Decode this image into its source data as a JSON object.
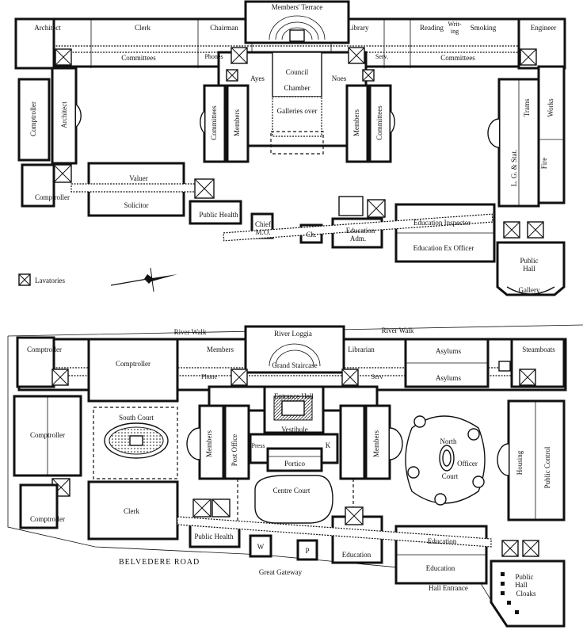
{
  "upper": {
    "members_terrace": "Members' Terrace",
    "architect_top": "Architect",
    "clerk": "Clerk",
    "chairman": "Chairman",
    "library": "Library",
    "reading": "Reading",
    "writing_1": "Writ-",
    "writing_2": "ing",
    "smoking": "Smoking",
    "engineer": "Engineer",
    "committees_left": "Committees",
    "committees_right": "Committees",
    "phones": "Phones",
    "serv": "Serv.",
    "council": "Council",
    "chamber": "Chamber",
    "ayes": "Ayes",
    "noes": "Noes",
    "galleries_over": "Galleries over",
    "comptroller_left": "Comptroller",
    "architect_side": "Architect",
    "committees_inner_left": "Committees",
    "members_inner_left": "Members",
    "members_inner_right": "Members",
    "committees_inner_right": "Committees",
    "trams": "Trams",
    "works": "Works",
    "lg_stat": "L. G. & Stat.",
    "fire": "Fire",
    "comptroller_corner": "Comptroller",
    "valuer": "Valuer",
    "solicitor": "Solicitor",
    "public_health": "Public Health",
    "chief_mo_1": "Chief",
    "chief_mo_2": "M.O.",
    "ch": "Ch.",
    "education_adm_1": "Education",
    "education_adm_2": "Adm.",
    "education_inspector": "Education Inspector",
    "education_ex_officer": "Education Ex Officer",
    "public_hall_1": "Public",
    "public_hall_2": "Hall",
    "gallery": "Gallery",
    "lavatories": "Lavatories"
  },
  "lower": {
    "river_walk_left": "River Walk",
    "river_walk_right": "River Walk",
    "river_loggia": "River Loggia",
    "grand_staircase": "Grand Staircase",
    "comptroller_tl": "Comptroller",
    "comptroller_big": "Comptroller",
    "members_top": "Members",
    "librarian": "Librarian",
    "asylums_top": "Asylums",
    "asylums_bottom": "Asylums",
    "steamboats": "Steamboats",
    "phone": "Phone",
    "serv": "Serv",
    "entrance_hall": "Entrance Hall",
    "south_court": "South Court",
    "comptroller_mid": "Comptroller",
    "members_left": "Members",
    "post_office": "Post Office",
    "vestibule": "Vestibule",
    "press": "Press",
    "k": "K",
    "portico": "Portico",
    "members_right": "Members",
    "north": "North",
    "court": "Court",
    "officer": "Officer",
    "housing": "Housing",
    "public_control": "Public Control",
    "centre_court": "Centre Court",
    "clerk": "Clerk",
    "comptroller_bl": "Comptroller",
    "public_health": "Public Health",
    "w": "W",
    "p": "P",
    "education_small": "Education",
    "education_top": "Education",
    "education_bottom": "Education",
    "belvedere_road": "BELVEDERE ROAD",
    "great_gateway": "Great Gateway",
    "hall_entrance": "Hall Entrance",
    "public": "Public",
    "hall": "Hall",
    "cloaks": "Cloaks"
  }
}
